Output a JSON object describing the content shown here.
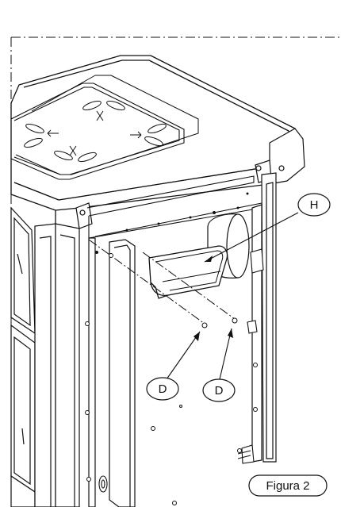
{
  "callouts": {
    "h": "H",
    "d_left": "D",
    "d_right": "D"
  },
  "figure_label": "Figura 2",
  "colors": {
    "line": "#111111",
    "background": "#ffffff"
  }
}
